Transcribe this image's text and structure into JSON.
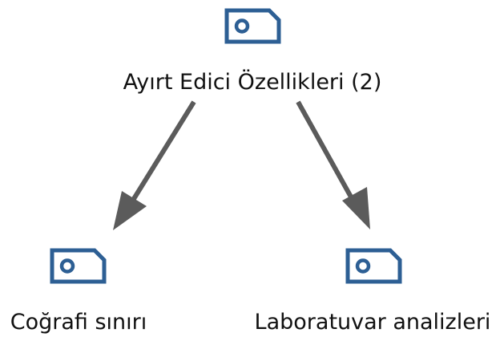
{
  "colors": {
    "icon": "#2d5f94",
    "edge": "#5b5b5b",
    "text": "#111111",
    "background": "#ffffff"
  },
  "nodes": {
    "root": {
      "label": "Ayırt Edici Özellikleri (2)",
      "icon": "tag-icon"
    },
    "left": {
      "label": "Coğrafi sınırı",
      "icon": "tag-icon"
    },
    "right": {
      "label": "Laboratuvar analizleri",
      "icon": "tag-icon"
    }
  },
  "edges": [
    {
      "from": "root",
      "to": "left"
    },
    {
      "from": "root",
      "to": "right"
    }
  ]
}
